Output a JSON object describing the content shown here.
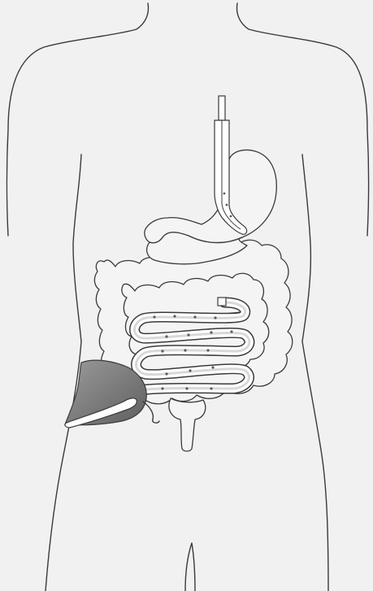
{
  "figure": {
    "kind": "illustration",
    "colors": {
      "background": "#f1f1f1",
      "line": "#3a3a3a",
      "organ_fill": "#f4f4f4",
      "stoma_shade": "#8a8a8a",
      "tube_fill": "#ffffff"
    },
    "parts": [
      "torso-outline",
      "esophageal-tube",
      "stomach",
      "duodenum",
      "small-intestine",
      "colon",
      "rectum",
      "ileostomy-stoma"
    ]
  }
}
